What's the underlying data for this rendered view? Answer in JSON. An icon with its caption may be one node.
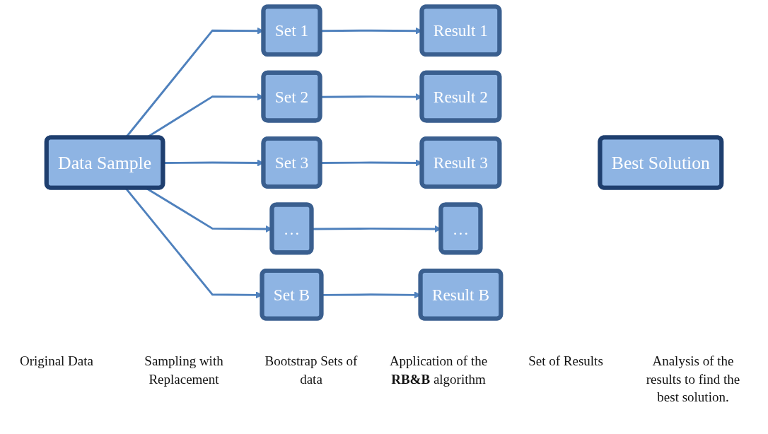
{
  "diagram": {
    "nodes": [
      {
        "text": [
          "Data Sample"
        ]
      },
      {
        "text": [
          "Set 1"
        ]
      },
      {
        "text": [
          "Set 2"
        ]
      },
      {
        "text": [
          "Set 3"
        ]
      },
      {
        "text": [
          "…"
        ]
      },
      {
        "text": [
          "Set B"
        ]
      },
      {
        "text": [
          "Result 1"
        ]
      },
      {
        "text": [
          "Result 2"
        ]
      },
      {
        "text": [
          "Result 3"
        ]
      },
      {
        "text": [
          "…"
        ]
      },
      {
        "text": [
          "Result B"
        ]
      },
      {
        "text": [
          "Best Solution"
        ]
      }
    ],
    "edges": [
      {
        "from": 0,
        "to": 1,
        "arrow": "to"
      },
      {
        "from": 0,
        "to": 2,
        "arrow": "to"
      },
      {
        "from": 0,
        "to": 3,
        "arrow": "to"
      },
      {
        "from": 0,
        "to": 4,
        "arrow": "to"
      },
      {
        "from": 0,
        "to": 5,
        "arrow": "to"
      },
      {
        "from": 1,
        "to": 6,
        "arrow": "to"
      },
      {
        "from": 2,
        "to": 7,
        "arrow": "to"
      },
      {
        "from": 3,
        "to": 8,
        "arrow": "to"
      },
      {
        "from": 4,
        "to": 9,
        "arrow": "to"
      },
      {
        "from": 5,
        "to": 10,
        "arrow": "to"
      }
    ],
    "labels": [
      "Original Data",
      "Sampling with Replacement",
      "Bootstrap Sets of data",
      "Application of the **RB&B** algorithm",
      "Set of Results",
      "Analysis of the results to find the best solution."
    ]
  }
}
